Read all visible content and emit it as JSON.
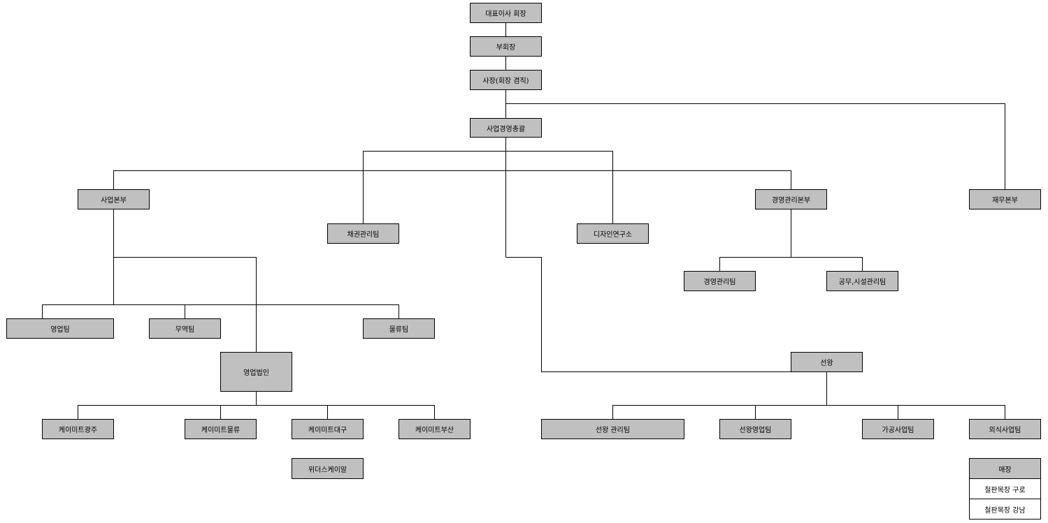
{
  "org": {
    "ceo": "대표이사 회장",
    "vice_chairman": "부회장",
    "president": "사장(회장 겸직)",
    "business_management": "사업경영총괄",
    "business_division": "사업본부",
    "bond_team": "채권관리팀",
    "design_lab": "디자인연구소",
    "management_division": "경영관리본부",
    "finance_division": "재무본부",
    "management_team": "경영관리팀",
    "facility_team": "공무,시설관리팀",
    "sales_team": "영업팀",
    "trade_team": "무역팀",
    "logistics_team": "물류팀",
    "corp_sales": "영업법인",
    "km_gwangju": "케이미트광주",
    "km_logistics": "케이미트물류",
    "km_daegu": "케이미트대구",
    "km_busan": "케이미트부산",
    "withus_kr": "위더스케이알",
    "sunwang": "선왕",
    "sunwang_mgmt": "선왕 관리팀",
    "sunwang_sales": "선왕영업팀",
    "processing_team": "가공사업팀",
    "dining_team": "외식사업팀",
    "stores": "매장",
    "store_guro": "철판목장 구로",
    "store_gangnam": "철판목장 강남"
  }
}
